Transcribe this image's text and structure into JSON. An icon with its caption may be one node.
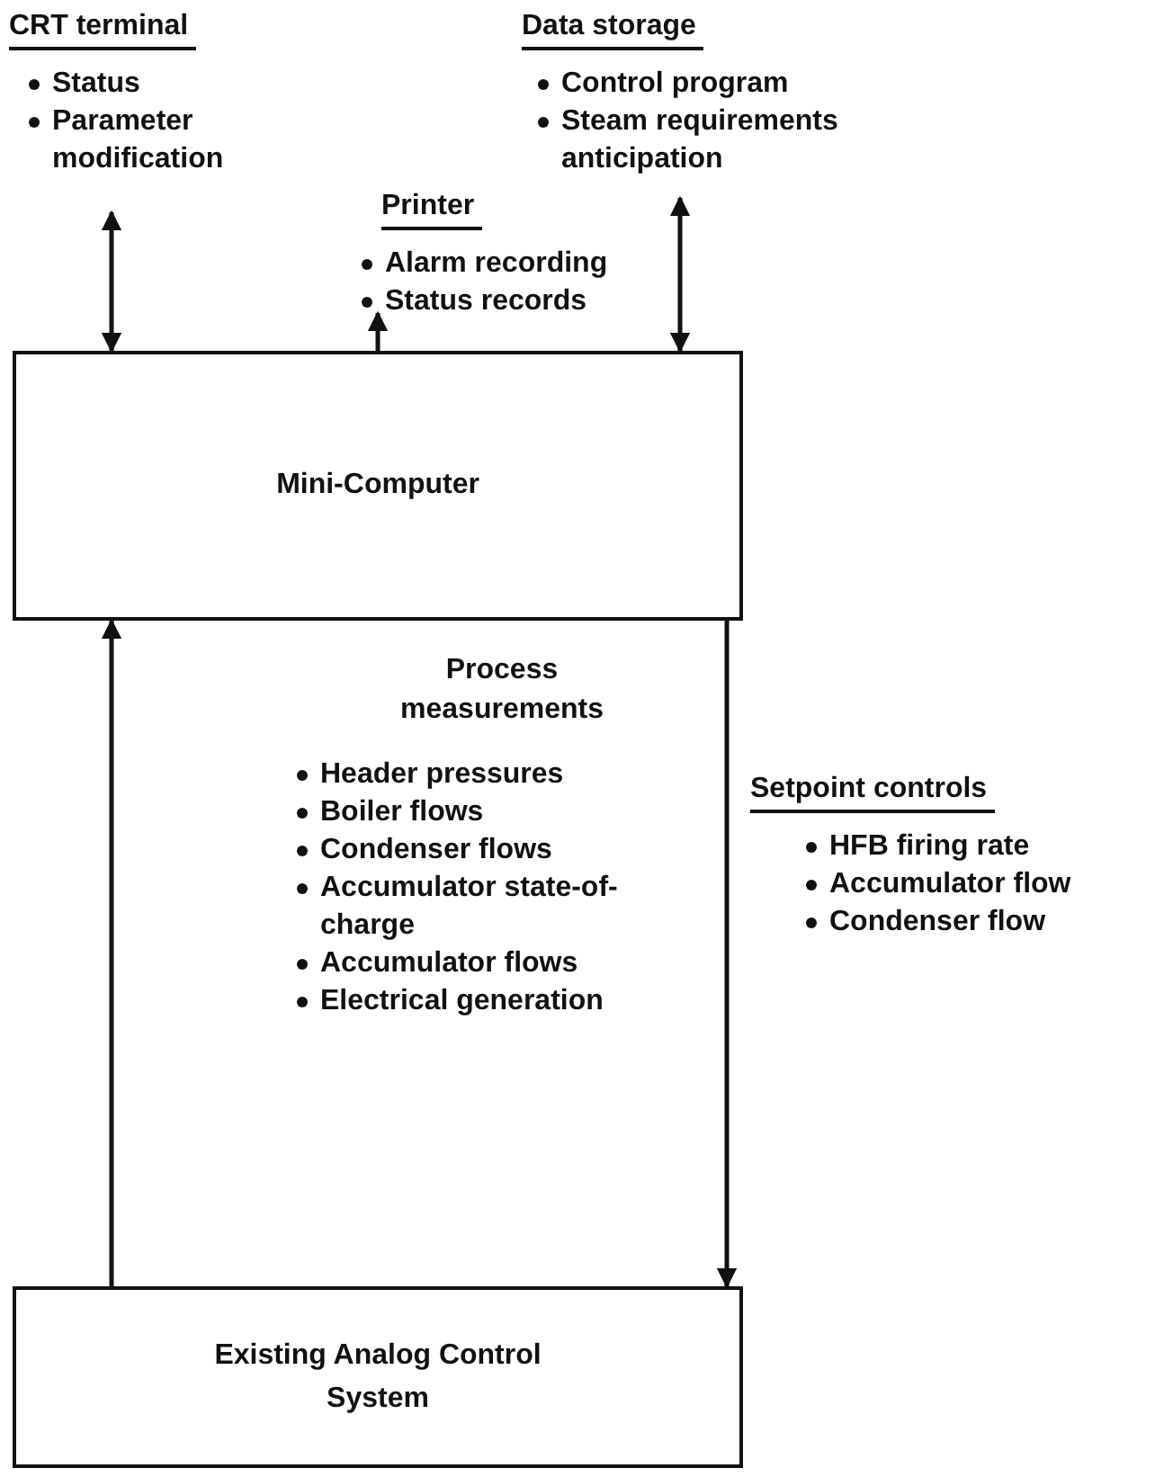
{
  "diagram": {
    "nodes": [
      {
        "text": [
          "CRT terminal",
          "Status",
          "Parameter modification"
        ]
      },
      {
        "text": [
          "Data storage",
          "Control program",
          "Steam requirements anticipation"
        ]
      },
      {
        "text": [
          "Printer",
          "Alarm recording",
          "Status records"
        ]
      },
      {
        "text": [
          "Mini-Computer"
        ]
      },
      {
        "text": [
          "Process measurements",
          "Header pressures",
          "Boiler flows",
          "Condenser flows",
          "Accumulator state-of-charge",
          "Accumulator flows",
          "Electrical generation"
        ]
      },
      {
        "text": [
          "Setpoint controls",
          "HFB firing rate",
          "Accumulator flow",
          "Condenser flow"
        ]
      },
      {
        "text": [
          "Existing Analog Control System"
        ]
      }
    ],
    "edges": [
      {
        "from": 0,
        "to": 3,
        "arrow": "both"
      },
      {
        "from": 1,
        "to": 3,
        "arrow": "both"
      },
      {
        "from": 3,
        "to": 2,
        "arrow": "to"
      },
      {
        "from": 6,
        "to": 3,
        "arrow": "to"
      },
      {
        "from": 3,
        "to": 6,
        "arrow": "to"
      }
    ]
  }
}
